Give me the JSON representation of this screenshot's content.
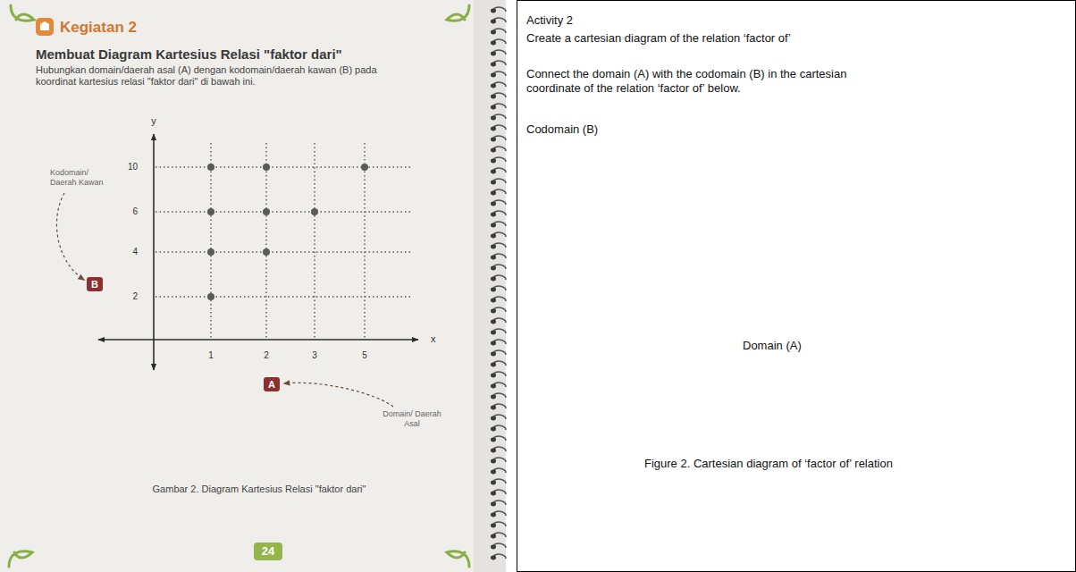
{
  "diagram": {
    "title": "Membuat Diagram Kartesius Relasi \"faktor dari\"",
    "caption": "Gambar 2. Diagram Kartesius Relasi \"faktor dari\"",
    "nodes": [
      {
        "text": [
          "B"
        ]
      },
      {
        "text": [
          "A"
        ]
      },
      {
        "text": [
          "24"
        ]
      },
      {
        "text": [
          "Activity 2",
          "Create a cartesian diagram of the relation ‘factor of’",
          "Connect the domain (A) with the codomain (B) in the cartesian coordinate of the relation ‘factor of’ below.",
          "Codomain (B)",
          "Domain (A)",
          "Figure 2. Cartesian diagram of ‘factor of’ relation"
        ]
      }
    ],
    "labels": [
      "Kegiatan 2",
      "Hubungkan domain/daerah asal (A) dengan kodomain/daerah kawan (B) pada koordinat kartesius relasi \"faktor dari\" di bawah ini.",
      "y",
      "10",
      "6",
      "4",
      "2",
      "1",
      "2",
      "3",
      "5",
      "x",
      "Kodomain/ Daerah Kawan",
      "Domain/ Daerah Asal"
    ]
  }
}
